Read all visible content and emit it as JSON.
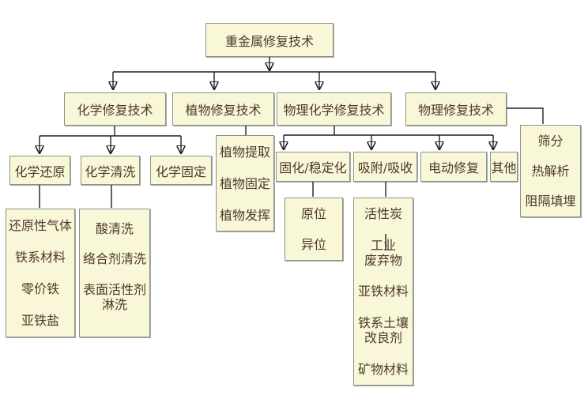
{
  "colors": {
    "box-fill": "#f8f8d9",
    "box-border": "#8f9186",
    "text": "#4f382b",
    "line": "#1f1f1f"
  },
  "nodes": {
    "root": "重金属修复技术",
    "chem": "化学修复技术",
    "phyto": "植物修复技术",
    "physchem": "物理化学修复技术",
    "phys": "物理修复技术",
    "chem_reduction": "化学还原",
    "chem_washing": "化学清洗",
    "chem_fixation": "化学固定",
    "solidification": "固化/稳定化",
    "adsorption": "吸附/吸收",
    "electro": "电动修复",
    "other": "其他"
  },
  "lists": {
    "phyto_methods": [
      "植物提取",
      "植物固定",
      "植物发挥"
    ],
    "phys_methods": [
      "筛分",
      "热解析",
      "阻隔填埋"
    ],
    "reduction_agents": [
      "还原性气体",
      "铁系材料",
      "零价铁",
      "亚铁盐"
    ],
    "washing_agents": [
      "酸清洗",
      "络合剂清洗",
      "表面活性剂\n淋洗"
    ],
    "solid_modes": [
      "原位",
      "异位"
    ],
    "adsorbents": [
      "活性炭",
      "工业\n废弃物",
      "亚铁材料",
      "铁系土壤\n改良剂",
      "矿物材料"
    ]
  }
}
